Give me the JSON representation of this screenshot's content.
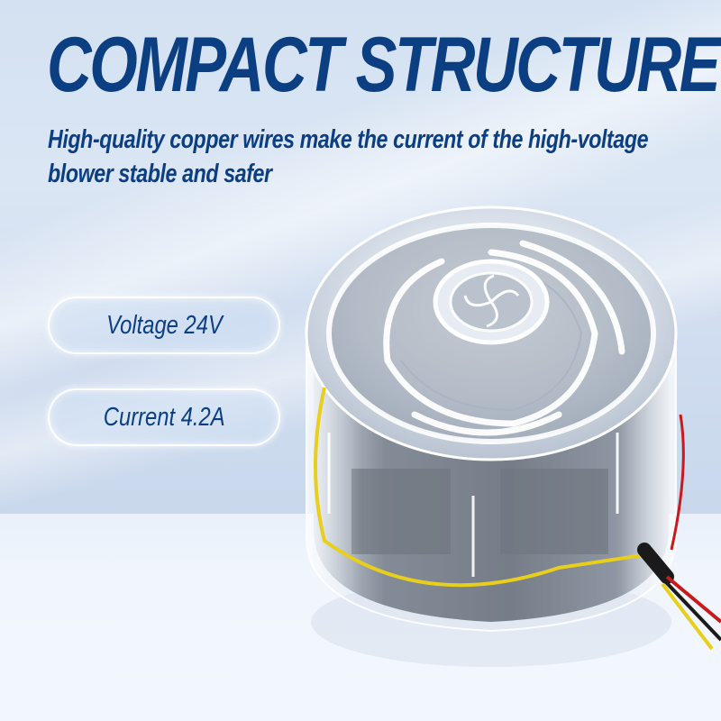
{
  "header": {
    "title": "COMPACT STRUCTURE",
    "subtitle": "High-quality copper wires make the current of the high-voltage blower stable and safer"
  },
  "specs": [
    {
      "label": "Voltage 24V"
    },
    {
      "label": "Current 4.2A"
    }
  ],
  "product": {
    "description": "Transparent high-voltage blower with swirl impeller cover and yellow, red, black lead wires",
    "wire_colors": [
      "#e8cf1c",
      "#c8191b",
      "#1a1a1a"
    ]
  },
  "colors": {
    "accent": "#0c3e82",
    "background": "#d3e1f2",
    "table": "#f1f6fd"
  }
}
